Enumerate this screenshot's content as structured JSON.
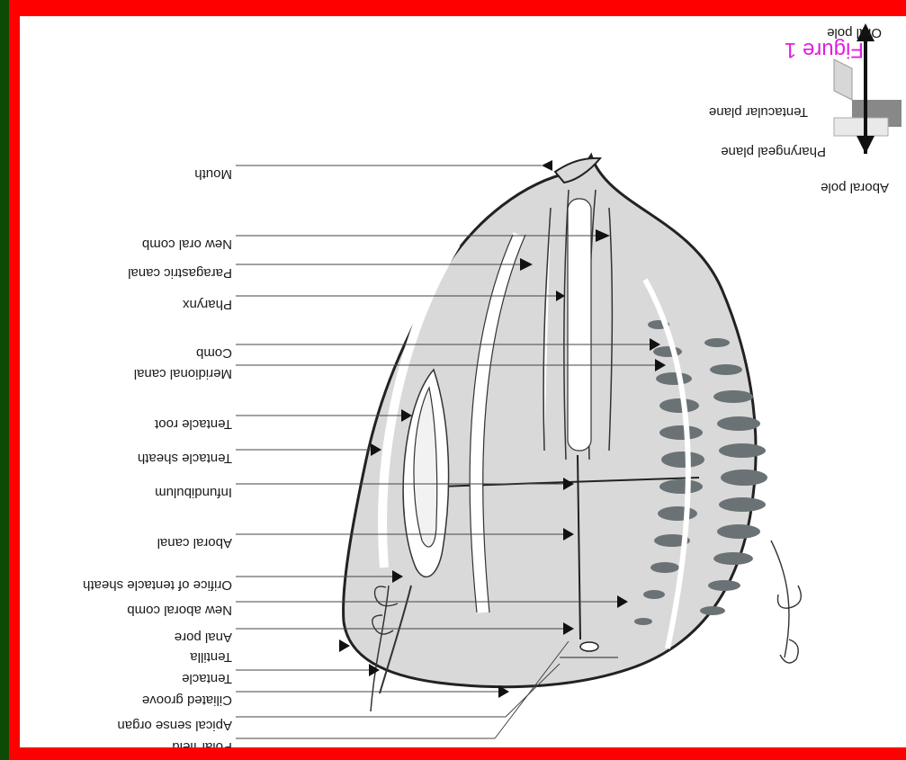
{
  "figure": {
    "title": "Figure 1",
    "orientation": "rotated-180",
    "colors": {
      "outer_border": "#0d4a06",
      "frame": "#ff0000",
      "body_fill": "#d9d9d9",
      "comb_plates": "#6b7276",
      "title": "#e020e0"
    }
  },
  "axis_inset": {
    "oral_pole": "Oral pole",
    "aboral_pole": "Aboral pole",
    "tentacular_plane": "Tentacular plane",
    "pharyngeal_plane": "Pharyngeal plane"
  },
  "labels": [
    "Mouth",
    "New oral comb",
    "Paragastric canal",
    "Pharynx",
    "Comb",
    "Meridional canal",
    "Tentacle root",
    "Tentacle sheath",
    "Infundibulum",
    "Aboral canal",
    "Orifice of tentacle sheath",
    "New aboral comb",
    "Anal pore",
    "Tentilla",
    "Tentacle",
    "Ciliated groove",
    "Apical sense organ",
    "Polar field"
  ]
}
